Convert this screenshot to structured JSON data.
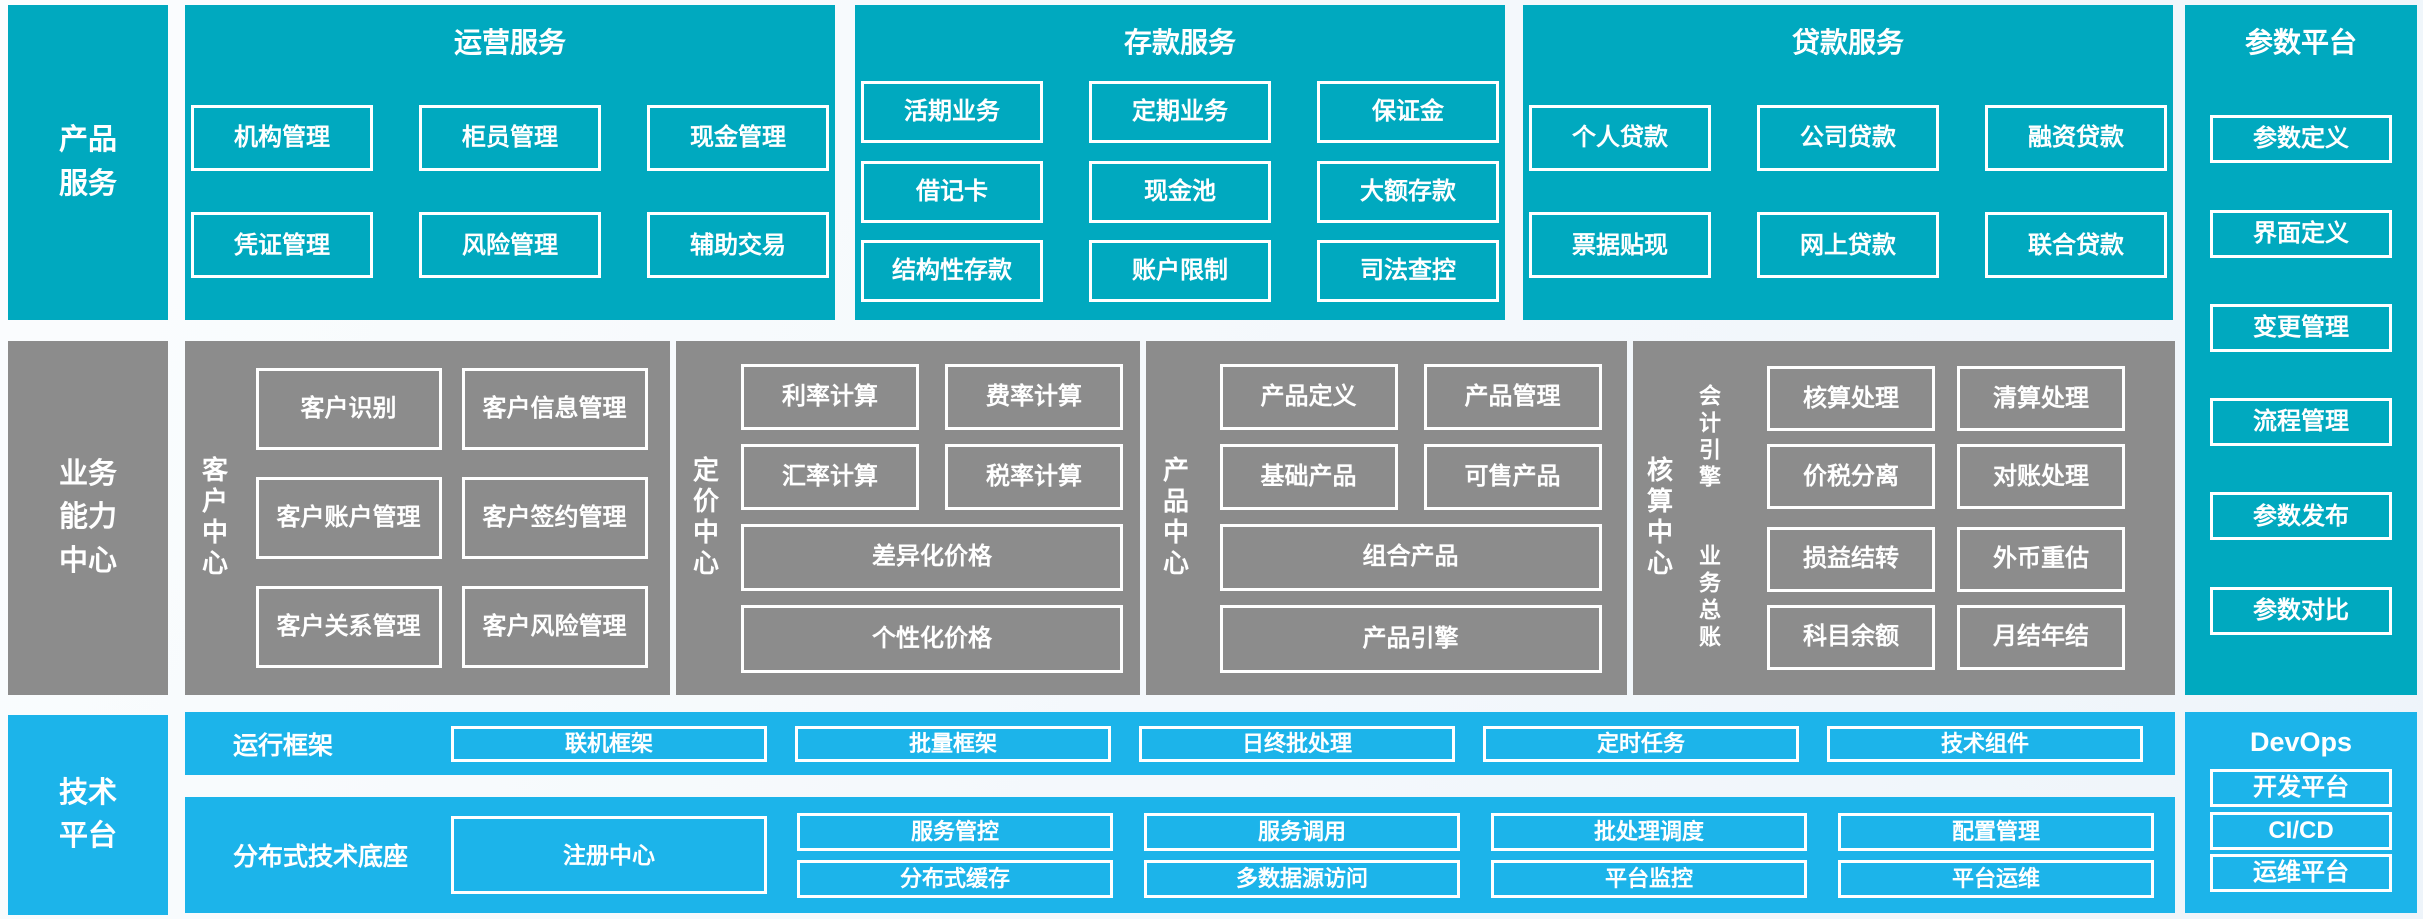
{
  "colors": {
    "teal": "#00A9BF",
    "gray": "#8C8C8C",
    "blue": "#1CB4EA",
    "box_border": "#FFFFFF",
    "text": "#FFFFFF"
  },
  "sidebar": {
    "product_services": "产品服务",
    "business_capability": "业务能力中心",
    "tech_platform": "技术平台"
  },
  "row1": {
    "operations": {
      "title": "运营服务",
      "buttons": [
        "机构管理",
        "柜员管理",
        "现金管理",
        "凭证管理",
        "风险管理",
        "辅助交易"
      ]
    },
    "deposit": {
      "title": "存款服务",
      "buttons": [
        "活期业务",
        "定期业务",
        "保证金",
        "借记卡",
        "现金池",
        "大额存款",
        "结构性存款",
        "账户限制",
        "司法查控"
      ]
    },
    "loan": {
      "title": "贷款服务",
      "buttons": [
        "个人贷款",
        "公司贷款",
        "融资贷款",
        "票据贴现",
        "网上贷款",
        "联合贷款"
      ]
    }
  },
  "param_platform": {
    "title": "参数平台",
    "buttons": [
      "参数定义",
      "界面定义",
      "变更管理",
      "流程管理",
      "参数发布",
      "参数对比"
    ]
  },
  "row2": {
    "customer": {
      "label": "客户中心",
      "buttons": [
        "客户识别",
        "客户信息管理",
        "客户账户管理",
        "客户签约管理",
        "客户关系管理",
        "客户风险管理"
      ]
    },
    "pricing": {
      "label": "定价中心",
      "buttons": [
        "利率计算",
        "费率计算",
        "汇率计算",
        "税率计算"
      ],
      "wide_buttons": [
        "差异化价格",
        "个性化价格"
      ]
    },
    "product": {
      "label": "产品中心",
      "buttons": [
        "产品定义",
        "产品管理",
        "基础产品",
        "可售产品"
      ],
      "wide_buttons": [
        "组合产品",
        "产品引擎"
      ]
    },
    "accounting": {
      "label": "核算中心",
      "groups": [
        {
          "label": "会计引擎",
          "buttons": [
            "核算处理",
            "清算处理",
            "价税分离",
            "对账处理"
          ]
        },
        {
          "label": "业务总账",
          "buttons": [
            "损益结转",
            "外币重估",
            "科目余额",
            "月结年结"
          ]
        }
      ]
    }
  },
  "row3": {
    "runtime": {
      "label": "运行框架",
      "buttons": [
        "联机框架",
        "批量框架",
        "日终批处理",
        "定时任务",
        "技术组件"
      ]
    },
    "distributed": {
      "label": "分布式技术底座",
      "registry": "注册中心",
      "buttons": [
        "服务管控",
        "服务调用",
        "批处理调度",
        "配置管理",
        "分布式缓存",
        "多数据源访问",
        "平台监控",
        "平台运维"
      ]
    },
    "devops": {
      "title": "DevOps",
      "buttons": [
        "开发平台",
        "CI/CD",
        "运维平台"
      ]
    }
  }
}
